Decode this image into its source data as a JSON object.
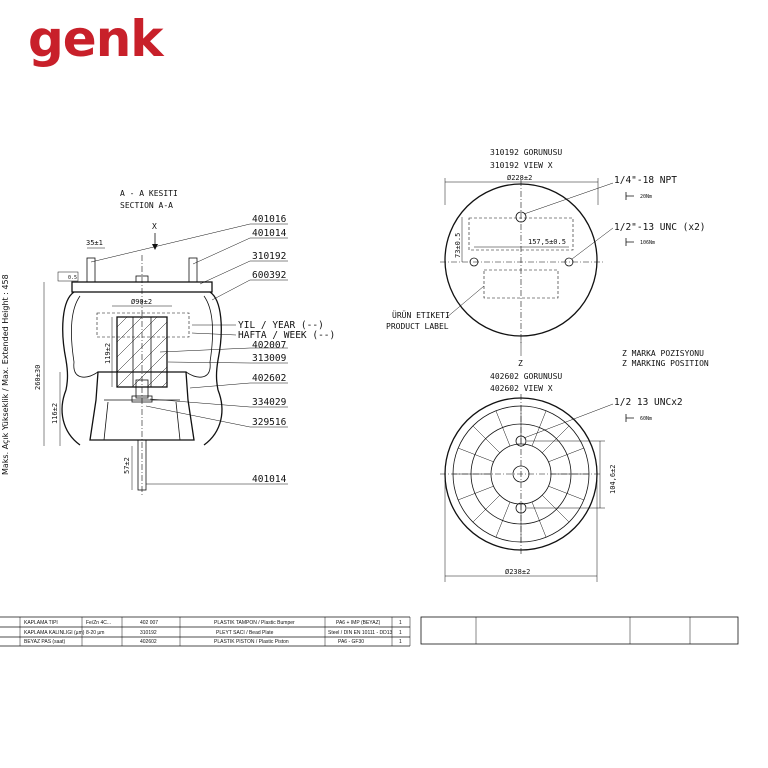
{
  "brand": {
    "logo_text": "genk",
    "logo_color": "#c8202a"
  },
  "section_view": {
    "heading_line1": "A - A KESITI",
    "heading_line2": "SECTION A-A",
    "axis_mark": "X",
    "vertical_label": "Maks. Açık Yükseklik / Max. Extended Height : 458",
    "dimensions": {
      "stud_spacing": "35±1",
      "top_center": "Ø90±2",
      "max_height": "260±30",
      "piston_height": "116±2",
      "bumper_height": "119±2",
      "stud_length": "57±2",
      "flatness_note": "0.5"
    },
    "part_numbers": [
      "401016",
      "401014",
      "310192",
      "600392",
      "402007",
      "313009",
      "402602",
      "334029",
      "329516",
      "401014"
    ],
    "year_label": "YIL / YEAR (--)",
    "week_label": "HAFTA / WEEK (--)"
  },
  "view_x": {
    "heading_tr": "310192 GORUNUSU",
    "heading_en": "310192 VIEW X",
    "diameter": "Ø228±2",
    "port_label": "1/4\"-18 NPT",
    "port_torque": "20Nm",
    "stud_label": "1/2\"-13 UNC (x2)",
    "stud_torque": "106Nm",
    "stud_spacing": "157,5±0.5",
    "offset": "73±0.5",
    "product_label_tr": "ÜRÜN ETIKETI",
    "product_label_en": "PRODUCT LABEL",
    "axis_mark": "Z"
  },
  "marking": {
    "line1": "Z MARKA POZISYONU",
    "line2": "Z MARKING POSITION"
  },
  "view_piston": {
    "heading_tr": "402602 GORUNUSU",
    "heading_en": "402602 VIEW X",
    "thread_label": "1/2 13 UNCx2",
    "torque": "60Nm",
    "hole_spacing": "104,6±2",
    "diameter": "Ø238±2"
  },
  "table": {
    "rows": [
      {
        "c1": "KAPLAMA TIPI\nCoating Type",
        "c2": "Fe/Zn 4C...",
        "c3": "402 007",
        "c4": "PLASTIK TAMPON / Plastic Bumper",
        "c5": "PA6 + IMP (BEYAZ)",
        "c6": "1"
      },
      {
        "c1": "KAPLAMA KALINLIGI (µm)\nCoating Thickness",
        "c2": "8-20 µm",
        "c3": "310192",
        "c4": "PLEYT SACI / Bead Plate",
        "c5": "Steel / DIN EN 10111 - DD13",
        "c6": "1"
      },
      {
        "c1": "BEYAZ PAS (saat)",
        "c2": "",
        "c3": "402602",
        "c4": "PLASTIK PISTON / Plastic Piston",
        "c5": "PA6 - GF30",
        "c6": "1"
      }
    ]
  }
}
